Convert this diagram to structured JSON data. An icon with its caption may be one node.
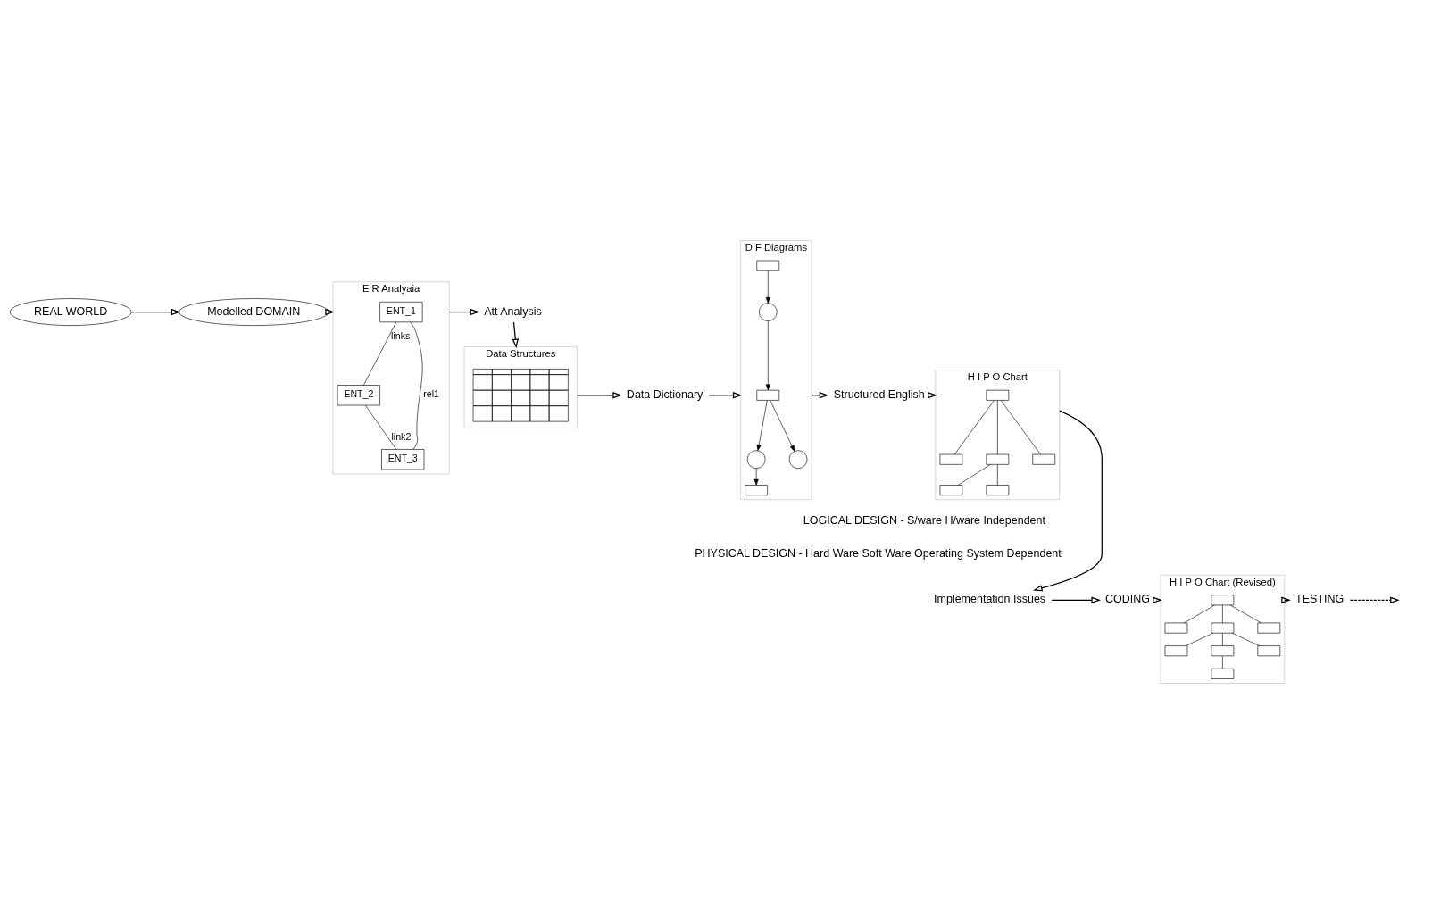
{
  "diagram": {
    "nodes": [
      {
        "text": [
          "REAL WORLD"
        ]
      },
      {
        "text": [
          "Modelled DOMAIN"
        ]
      },
      {
        "text": [
          "E R Analyaia"
        ]
      },
      {
        "text": [
          "ENT_1"
        ],
        "in": 2
      },
      {
        "text": [
          "ENT_2"
        ],
        "in": 2
      },
      {
        "text": [
          "ENT_3"
        ],
        "in": 2
      },
      {
        "text": [
          "Att Analysis"
        ]
      },
      {
        "text": [
          "Data Structures"
        ]
      },
      {
        "text": [],
        "shape": "table",
        "in": 7
      },
      {
        "text": [
          "Data Dictionary"
        ]
      },
      {
        "text": [
          "D F Diagrams"
        ]
      },
      {
        "text": [],
        "shape": "box",
        "in": 10
      },
      {
        "text": [],
        "shape": "circle",
        "in": 10
      },
      {
        "text": [],
        "shape": "box",
        "in": 10
      },
      {
        "text": [],
        "shape": "circle",
        "in": 10
      },
      {
        "text": [],
        "shape": "box",
        "in": 10
      },
      {
        "text": [],
        "shape": "circle",
        "in": 10
      },
      {
        "text": [
          "Structured English"
        ]
      },
      {
        "text": [
          "H I P O Chart"
        ]
      },
      {
        "text": [],
        "shape": "box",
        "in": 18
      },
      {
        "text": [],
        "shape": "box",
        "in": 18
      },
      {
        "text": [],
        "shape": "box",
        "in": 18
      },
      {
        "text": [],
        "shape": "box",
        "in": 18
      },
      {
        "text": [],
        "shape": "box",
        "in": 18
      },
      {
        "text": [],
        "shape": "box",
        "in": 18
      },
      {
        "text": [
          "Implementation Issues"
        ]
      },
      {
        "text": [
          "CODING"
        ]
      },
      {
        "text": [
          "H I P O Chart (Revised)"
        ]
      },
      {
        "text": [],
        "shape": "box",
        "in": 27
      },
      {
        "text": [],
        "shape": "box",
        "in": 27
      },
      {
        "text": [],
        "shape": "box",
        "in": 27
      },
      {
        "text": [],
        "shape": "box",
        "in": 27
      },
      {
        "text": [],
        "shape": "box",
        "in": 27
      },
      {
        "text": [],
        "shape": "box",
        "in": 27
      },
      {
        "text": [],
        "shape": "box",
        "in": 27
      },
      {
        "text": [],
        "shape": "box",
        "in": 27
      },
      {
        "text": [
          "TESTING"
        ]
      }
    ],
    "edges": [
      {
        "from": 0,
        "to": 1,
        "arrow": "to"
      },
      {
        "from": 1,
        "to": 2,
        "arrow": "to"
      },
      {
        "from": 3,
        "to": 4,
        "arrow": "none",
        "label": "links"
      },
      {
        "from": 3,
        "to": 5,
        "arrow": "none",
        "label": "rel1"
      },
      {
        "from": 4,
        "to": 5,
        "arrow": "none",
        "label": "link2"
      },
      {
        "from": 2,
        "to": 6,
        "arrow": "to"
      },
      {
        "from": 6,
        "to": 7,
        "arrow": "to"
      },
      {
        "from": 7,
        "to": 9,
        "arrow": "to"
      },
      {
        "from": 9,
        "to": 10,
        "arrow": "to"
      },
      {
        "from": 13,
        "to": 14,
        "arrow": "to"
      },
      {
        "from": 14,
        "to": 11,
        "arrow": "to"
      },
      {
        "from": 11,
        "to": 16,
        "arrow": "to"
      },
      {
        "from": 11,
        "to": 12,
        "arrow": "to"
      },
      {
        "from": 12,
        "to": 15,
        "arrow": "to"
      },
      {
        "from": 10,
        "to": 17,
        "arrow": "to"
      },
      {
        "from": 17,
        "to": 18,
        "arrow": "to"
      },
      {
        "from": 19,
        "to": 20,
        "arrow": "none"
      },
      {
        "from": 19,
        "to": 21,
        "arrow": "none"
      },
      {
        "from": 19,
        "to": 22,
        "arrow": "none"
      },
      {
        "from": 21,
        "to": 23,
        "arrow": "none"
      },
      {
        "from": 21,
        "to": 24,
        "arrow": "none"
      },
      {
        "from": 18,
        "to": 25,
        "arrow": "to"
      },
      {
        "from": 25,
        "to": 26,
        "arrow": "to"
      },
      {
        "from": 26,
        "to": 27,
        "arrow": "to"
      },
      {
        "from": 28,
        "to": 29,
        "arrow": "none"
      },
      {
        "from": 28,
        "to": 30,
        "arrow": "none"
      },
      {
        "from": 28,
        "to": 31,
        "arrow": "none"
      },
      {
        "from": 30,
        "to": 32,
        "arrow": "none"
      },
      {
        "from": 30,
        "to": 33,
        "arrow": "none"
      },
      {
        "from": 30,
        "to": 34,
        "arrow": "none"
      },
      {
        "from": 33,
        "to": 35,
        "arrow": "none"
      },
      {
        "from": 27,
        "to": 36,
        "arrow": "to"
      },
      {
        "from": 36,
        "to": null,
        "arrow": "to",
        "style": "dashed"
      }
    ],
    "labels": [
      "LOGICAL DESIGN - S/ware H/ware Independent",
      "PHYSICAL DESIGN - Hard Ware Soft Ware Operating System Dependent"
    ]
  }
}
